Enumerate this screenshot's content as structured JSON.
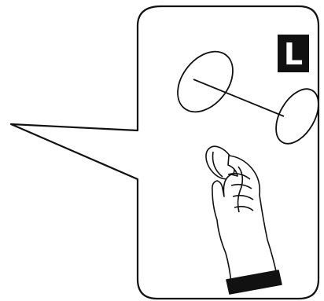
{
  "badge": {
    "letter": "L"
  },
  "icons": {
    "callout": "speech-bubble-callout",
    "coin": "coin-icon",
    "hand": "hand-icon",
    "ellipse_pair": "linked-ellipses"
  },
  "colors": {
    "stroke": "#111111",
    "badge_bg": "#111111",
    "badge_fg": "#ffffff",
    "background": "#ffffff"
  }
}
